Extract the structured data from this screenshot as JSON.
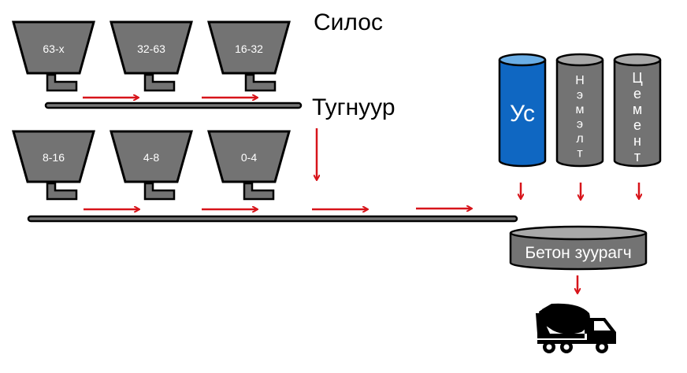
{
  "labels": {
    "silo": "Силос",
    "conveyor": "Тугнуур",
    "mixer": "Бетон зуурагч"
  },
  "hoppers_top": [
    {
      "label": "63-x"
    },
    {
      "label": "32-63"
    },
    {
      "label": "16-32"
    }
  ],
  "hoppers_bottom": [
    {
      "label": "8-16"
    },
    {
      "label": "4-8"
    },
    {
      "label": "0-4"
    }
  ],
  "tanks": [
    {
      "label": "Ус",
      "vertical": false,
      "color": "#0f67c2"
    },
    {
      "label": "Нэмэлт",
      "vertical": true,
      "color": "#737373"
    },
    {
      "label": "Цемент",
      "vertical": true,
      "color": "#737373"
    }
  ],
  "colors": {
    "hopper": "#737373",
    "arrow": "#d7141a",
    "conveyor_fill": "#777777",
    "outline": "#000000",
    "water": "#0f67c2",
    "water_top": "#6aaee6",
    "tank_top": "#a8a8a8"
  },
  "icons": {
    "truck": "concrete-mixer-truck-icon"
  }
}
